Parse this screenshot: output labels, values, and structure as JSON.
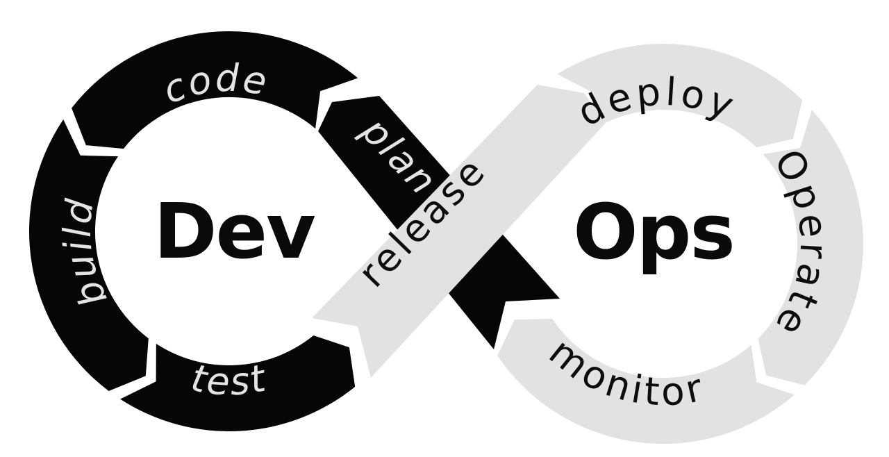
{
  "diagram": {
    "name": "DevOps infinity loop",
    "background_color": "#ffffff",
    "dev_loop": {
      "center_label": "Dev",
      "ring_color": "#060606",
      "label_color": "#e4e4e4",
      "center_label_color": "#0a0a0a",
      "segments": [
        {
          "label": "plan"
        },
        {
          "label": "code"
        },
        {
          "label": "build"
        },
        {
          "label": "test"
        }
      ]
    },
    "ops_loop": {
      "center_label": "Ops",
      "ring_color": "#e2e2e2",
      "label_color": "#0d0d0d",
      "center_label_color": "#0a0a0a",
      "segments": [
        {
          "label": "release"
        },
        {
          "label": "deploy"
        },
        {
          "label": "Operate"
        },
        {
          "label": "monitor"
        }
      ]
    }
  }
}
